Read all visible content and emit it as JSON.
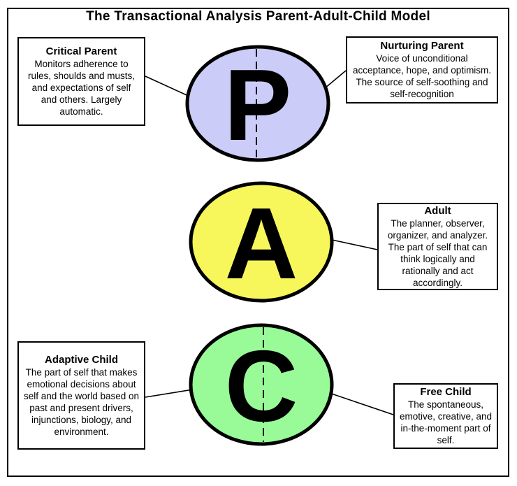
{
  "title": "The Transactional Analysis Parent-Adult-Child Model",
  "ellipses": {
    "parent": {
      "letter": "P",
      "color": "#ccccf8"
    },
    "adult": {
      "letter": "A",
      "color": "#f7f75c"
    },
    "child": {
      "letter": "C",
      "color": "#98fb98"
    }
  },
  "boxes": {
    "critical_parent": {
      "heading": "Critical Parent",
      "body": "Monitors adherence to rules, shoulds and musts, and expectations of self and others. Largely automatic."
    },
    "nurturing_parent": {
      "heading": "Nurturing Parent",
      "body": "Voice of unconditional acceptance, hope, and optimism.  The source of self-soothing and self-recognition"
    },
    "adult": {
      "heading": "Adult",
      "body": "The planner, observer, organizer, and analyzer. The part of self that can think logically and rationally and act accordingly."
    },
    "adaptive_child": {
      "heading": "Adaptive Child",
      "body": "The part of self that makes emotional decisions about self and the world based on past and present drivers, injunctions, biology, and environment."
    },
    "free_child": {
      "heading": "Free Child",
      "body": "The spontaneous, emotive, creative, and in-the-moment part of self."
    }
  }
}
